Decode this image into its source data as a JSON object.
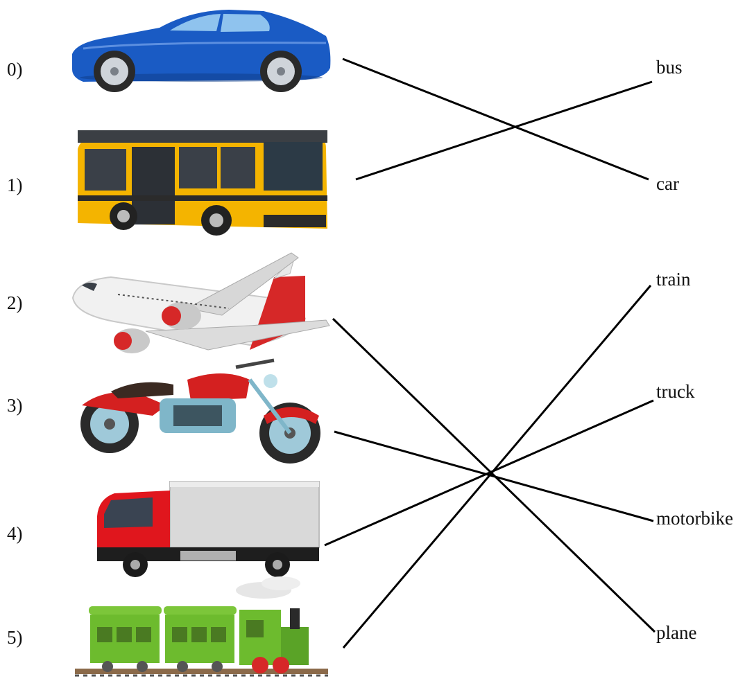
{
  "items": [
    {
      "number": "0)",
      "picture": "car-picture"
    },
    {
      "number": "1)",
      "picture": "bus-picture"
    },
    {
      "number": "2)",
      "picture": "plane-picture"
    },
    {
      "number": "3)",
      "picture": "motorbike-picture"
    },
    {
      "number": "4)",
      "picture": "truck-picture"
    },
    {
      "number": "5)",
      "picture": "train-picture"
    }
  ],
  "words": [
    "bus",
    "car",
    "train",
    "truck",
    "motorbike",
    "plane"
  ],
  "matches": [
    {
      "from": 0,
      "to": 1
    },
    {
      "from": 1,
      "to": 0
    },
    {
      "from": 2,
      "to": 5
    },
    {
      "from": 3,
      "to": 4
    },
    {
      "from": 4,
      "to": 3
    },
    {
      "from": 5,
      "to": 2
    }
  ],
  "colors": {
    "car_body": "#1a5bc4",
    "bus_body": "#f4b400",
    "plane_tail": "#d62828",
    "motorbike_tank": "#d42020",
    "truck_cab": "#e0161d",
    "train_body": "#6dbb2e",
    "line": "#000000"
  }
}
